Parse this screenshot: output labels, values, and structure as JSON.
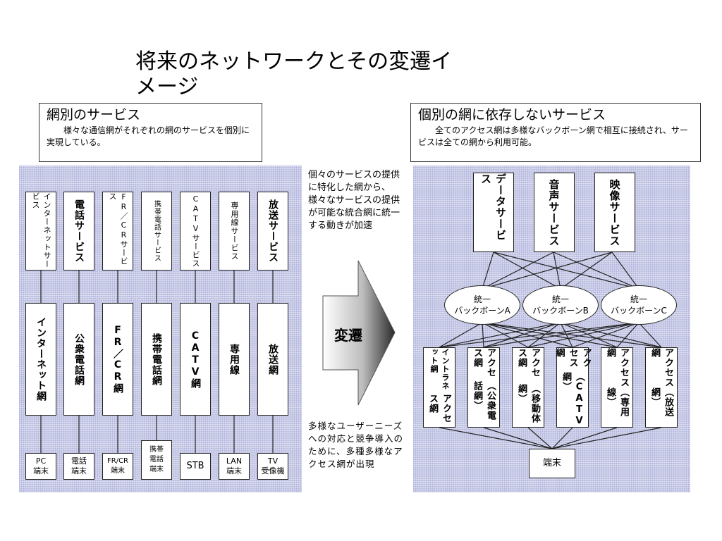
{
  "title": "将来のネットワークとその変遷イメージ",
  "left_box": {
    "heading": "網別のサービス",
    "desc": "様々な通信網がそれぞれの網のサービスを個別に実現している。"
  },
  "right_box": {
    "heading": "個別の網に依存しないサービス",
    "desc": "全てのアクセス網は多様なバックボーン網で相互に接続され、サービスは全ての網から利用可能。"
  },
  "left_services": [
    "インターネットサービス",
    "電話サービス",
    "FR／CRサービス",
    "携帯電話サービス",
    "CATVサービス",
    "専用線サービス",
    "放送サービス"
  ],
  "left_networks": [
    "インターネット網",
    "公衆電話網",
    "FR／CR網",
    "携帯電話網",
    "CATV網",
    "専用線",
    "放送網"
  ],
  "left_terminals": [
    "PC 端末",
    "電話 端末",
    "FR/CR 端末",
    "携帯 電話 端末",
    "STB",
    "LAN 端末",
    "TV 受像機"
  ],
  "middle_note_top": "個々のサービスの提供に特化した網から、様々なサービスの提供が可能な統合網に統一する動きが加速",
  "arrow_label": "変遷",
  "middle_note_bottom": "多様なユーザーニーズへの対応と競争導入のために、多種多様なアクセス網が出現",
  "right_services": [
    "データサービス",
    "音声サービス",
    "映像サービス"
  ],
  "backbones": [
    {
      "line1": "統一",
      "line2": "バックボーンA"
    },
    {
      "line1": "統一",
      "line2": "バックボーンB"
    },
    {
      "line1": "統一",
      "line2": "バックボーンC"
    }
  ],
  "access_networks": [
    {
      "a": "アクセス網",
      "b": "イントラネット網"
    },
    {
      "a": "アクセス網",
      "b": "（公衆電話網）"
    },
    {
      "a": "アクセス網",
      "b": "（移動体網）"
    },
    {
      "a": "アクセス網",
      "b": "（CATV網）"
    },
    {
      "a": "アクセス網",
      "b": "（専用線）"
    },
    {
      "a": "アクセス網",
      "b": "（放送網）"
    }
  ],
  "right_terminal": "端末",
  "colors": {
    "panel": "#c8cbe6",
    "border": "#222222"
  }
}
